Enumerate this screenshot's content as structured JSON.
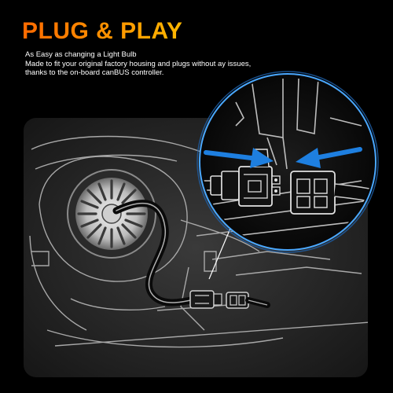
{
  "headline": "PLUG & PLAY",
  "description": {
    "line1": "As Easy as changing a Light Bulb",
    "line2": "Made to fit your original factory housing and plugs without ay issues,",
    "line3": "thanks to the on-board canBUS controller."
  },
  "colors": {
    "background": "#000000",
    "headline_start": "#ff6a00",
    "headline_end": "#ffb800",
    "text": "#ffffff",
    "magnifier_ring": "#4aa8ff",
    "arrow": "#1e7fe0"
  },
  "icons": {
    "bulb": "led-bulb-fan-icon",
    "arrow_left": "arrow-left-icon",
    "arrow_right": "arrow-right-icon",
    "magnifier": "magnifier-circle"
  }
}
